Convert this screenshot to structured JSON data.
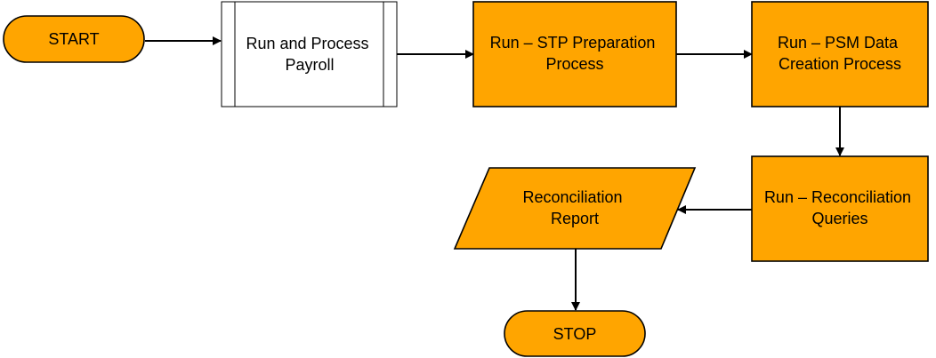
{
  "diagram": {
    "colors": {
      "terminal_fill": "#FFA500",
      "process_fill": "#FFA500",
      "subprocess_fill": "#FFFFFF",
      "io_fill": "#FFA500",
      "stroke": "#000000",
      "text": "#000000"
    },
    "nodes": {
      "start": {
        "label_lines": [
          "START"
        ]
      },
      "payroll": {
        "label_lines": [
          "Run and Process",
          "Payroll"
        ]
      },
      "stp": {
        "label_lines": [
          "Run – STP Preparation",
          "Process"
        ]
      },
      "psm": {
        "label_lines": [
          "Run – PSM Data",
          "Creation Process"
        ]
      },
      "reconciliation_queries": {
        "label_lines": [
          "Run – Reconciliation",
          "Queries"
        ]
      },
      "reconciliation_report": {
        "label_lines": [
          "Reconciliation",
          "Report"
        ]
      },
      "stop": {
        "label_lines": [
          "STOP"
        ]
      }
    },
    "edges": [
      {
        "from": "start",
        "to": "payroll"
      },
      {
        "from": "payroll",
        "to": "stp"
      },
      {
        "from": "stp",
        "to": "psm"
      },
      {
        "from": "psm",
        "to": "reconciliation_queries"
      },
      {
        "from": "reconciliation_queries",
        "to": "reconciliation_report"
      },
      {
        "from": "reconciliation_report",
        "to": "stop"
      }
    ]
  }
}
